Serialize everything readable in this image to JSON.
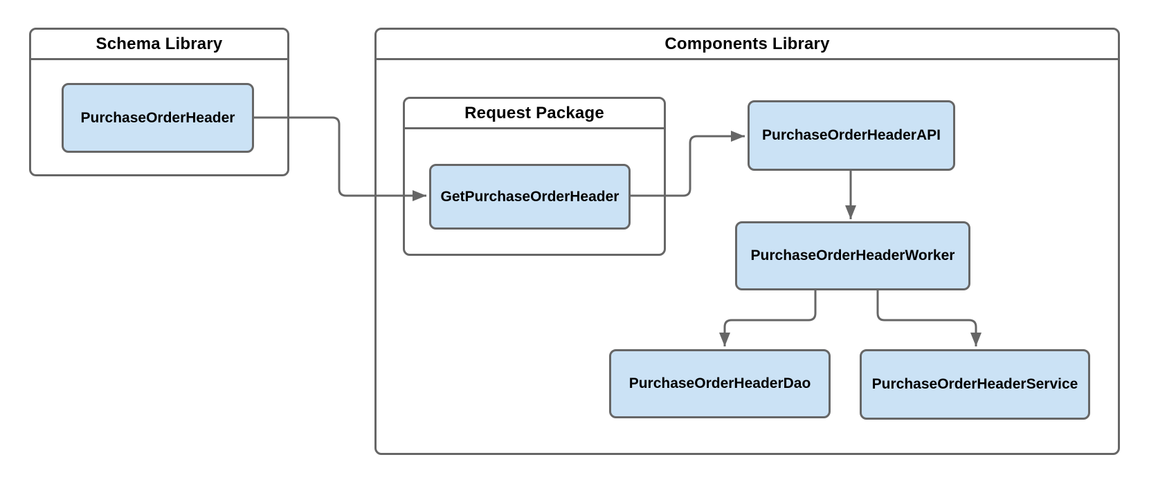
{
  "colors": {
    "stroke": "#666666",
    "node-fill": "#cbe2f5",
    "node-text": "#000000",
    "title-text": "#000000",
    "background": "#ffffff"
  },
  "schema_library": {
    "title": "Schema Library",
    "nodes": {
      "purchase_order_header": "PurchaseOrderHeader"
    }
  },
  "components_library": {
    "title": "Components Library",
    "request_package": {
      "title": "Request Package",
      "nodes": {
        "get_purchase_order_header": "GetPurchaseOrderHeader"
      }
    },
    "nodes": {
      "api": "PurchaseOrderHeaderAPI",
      "worker": "PurchaseOrderHeaderWorker",
      "dao": "PurchaseOrderHeaderDao",
      "service": "PurchaseOrderHeaderService"
    }
  },
  "connections": [
    {
      "from": "PurchaseOrderHeader",
      "to": "GetPurchaseOrderHeader"
    },
    {
      "from": "GetPurchaseOrderHeader",
      "to": "PurchaseOrderHeaderAPI"
    },
    {
      "from": "PurchaseOrderHeaderAPI",
      "to": "PurchaseOrderHeaderWorker"
    },
    {
      "from": "PurchaseOrderHeaderWorker",
      "to": "PurchaseOrderHeaderDao"
    },
    {
      "from": "PurchaseOrderHeaderWorker",
      "to": "PurchaseOrderHeaderService"
    }
  ]
}
